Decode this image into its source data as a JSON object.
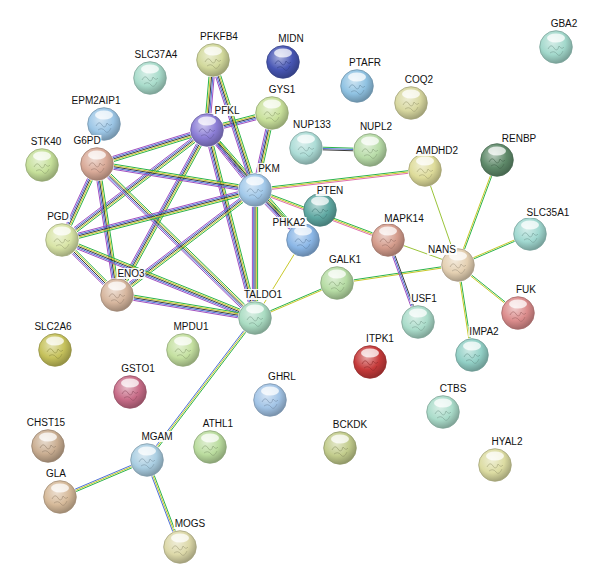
{
  "diagram": {
    "nodes": [
      {
        "text": [
          "SLC37A4"
        ]
      },
      {
        "text": [
          "PFKFB4"
        ]
      },
      {
        "text": [
          "MIDN"
        ]
      },
      {
        "text": [
          "PTAFR"
        ]
      },
      {
        "text": [
          "COQ2"
        ]
      },
      {
        "text": [
          "GBA2"
        ]
      },
      {
        "text": [
          "EPM2AIP1"
        ]
      },
      {
        "text": [
          "PFKL"
        ]
      },
      {
        "text": [
          "GYS1"
        ]
      },
      {
        "text": [
          "NUP133"
        ]
      },
      {
        "text": [
          "NUPL2"
        ]
      },
      {
        "text": [
          "STK40"
        ]
      },
      {
        "text": [
          "G6PD"
        ]
      },
      {
        "text": [
          "PKM"
        ]
      },
      {
        "text": [
          "AMDHD2"
        ]
      },
      {
        "text": [
          "RENBP"
        ]
      },
      {
        "text": [
          "SLC35A1"
        ]
      },
      {
        "text": [
          "PTEN"
        ]
      },
      {
        "text": [
          "PHKA2"
        ]
      },
      {
        "text": [
          "MAPK14"
        ]
      },
      {
        "text": [
          "NANS"
        ]
      },
      {
        "text": [
          "PGD"
        ]
      },
      {
        "text": [
          "ENO3"
        ]
      },
      {
        "text": [
          "GALK1"
        ]
      },
      {
        "text": [
          "TALDO1"
        ]
      },
      {
        "text": [
          "USF1"
        ]
      },
      {
        "text": [
          "FUK"
        ]
      },
      {
        "text": [
          "IMPA2"
        ]
      },
      {
        "text": [
          "ITPK1"
        ]
      },
      {
        "text": [
          "SLC2A6"
        ]
      },
      {
        "text": [
          "MPDU1"
        ]
      },
      {
        "text": [
          "GSTO1"
        ]
      },
      {
        "text": [
          "GHRL"
        ]
      },
      {
        "text": [
          "CTBS"
        ]
      },
      {
        "text": [
          "HYAL2"
        ]
      },
      {
        "text": [
          "CHST15"
        ]
      },
      {
        "text": [
          "ATHL1"
        ]
      },
      {
        "text": [
          "BCKDK"
        ]
      },
      {
        "text": [
          "MGAM"
        ]
      },
      {
        "text": [
          "GLA"
        ]
      },
      {
        "text": [
          "MOGS"
        ]
      }
    ],
    "edges": [
      {
        "from": 7,
        "to": 1,
        "arrow": "none"
      },
      {
        "from": 7,
        "to": 8,
        "arrow": "none"
      },
      {
        "from": 7,
        "to": 12,
        "arrow": "none"
      },
      {
        "from": 7,
        "to": 13,
        "arrow": "none"
      },
      {
        "from": 7,
        "to": 21,
        "arrow": "none"
      },
      {
        "from": 7,
        "to": 22,
        "arrow": "none"
      },
      {
        "from": 7,
        "to": 24,
        "arrow": "none"
      },
      {
        "from": 7,
        "to": 18,
        "arrow": "none"
      },
      {
        "from": 1,
        "to": 13,
        "arrow": "none"
      },
      {
        "from": 8,
        "to": 13,
        "arrow": "none"
      },
      {
        "from": 12,
        "to": 13,
        "arrow": "none"
      },
      {
        "from": 12,
        "to": 21,
        "arrow": "none"
      },
      {
        "from": 12,
        "to": 22,
        "arrow": "none"
      },
      {
        "from": 12,
        "to": 24,
        "arrow": "none"
      },
      {
        "from": 13,
        "to": 21,
        "arrow": "none"
      },
      {
        "from": 13,
        "to": 22,
        "arrow": "none"
      },
      {
        "from": 13,
        "to": 24,
        "arrow": "none"
      },
      {
        "from": 13,
        "to": 18,
        "arrow": "none"
      },
      {
        "from": 13,
        "to": 14,
        "arrow": "none"
      },
      {
        "from": 13,
        "to": 19,
        "arrow": "none"
      },
      {
        "from": 21,
        "to": 22,
        "arrow": "none"
      },
      {
        "from": 21,
        "to": 24,
        "arrow": "none"
      },
      {
        "from": 22,
        "to": 24,
        "arrow": "none"
      },
      {
        "from": 24,
        "to": 18,
        "arrow": "none"
      },
      {
        "from": 24,
        "to": 23,
        "arrow": "none"
      },
      {
        "from": 23,
        "to": 20,
        "arrow": "none"
      },
      {
        "from": 24,
        "to": 38,
        "arrow": "none"
      },
      {
        "from": 38,
        "to": 39,
        "arrow": "none"
      },
      {
        "from": 38,
        "to": 40,
        "arrow": "none"
      },
      {
        "from": 9,
        "to": 10,
        "arrow": "none"
      },
      {
        "from": 19,
        "to": 25,
        "arrow": "none"
      },
      {
        "from": 14,
        "to": 20,
        "arrow": "none"
      },
      {
        "from": 15,
        "to": 20,
        "arrow": "none"
      },
      {
        "from": 16,
        "to": 20,
        "arrow": "none"
      },
      {
        "from": 20,
        "to": 26,
        "arrow": "none"
      },
      {
        "from": 20,
        "to": 27,
        "arrow": "none"
      },
      {
        "from": 20,
        "to": 19,
        "arrow": "none"
      }
    ]
  }
}
